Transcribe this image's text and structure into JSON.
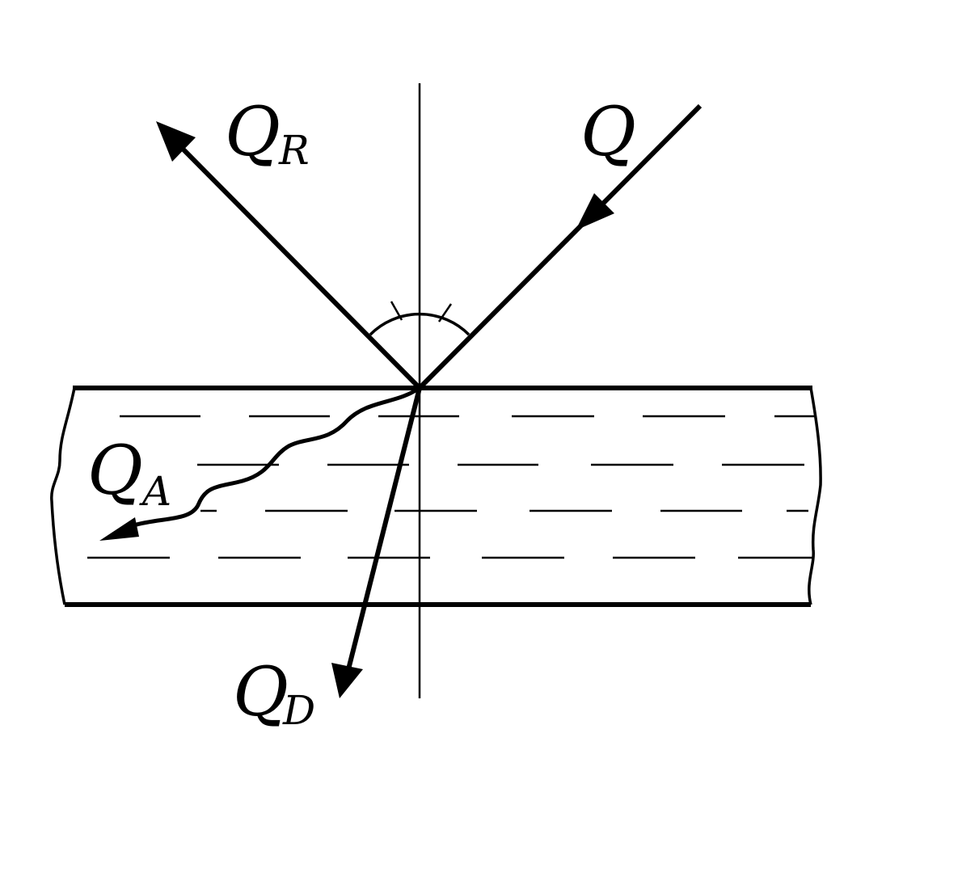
{
  "labels": {
    "incident": {
      "main": "Q",
      "sub": ""
    },
    "reflected": {
      "main": "Q",
      "sub": "R"
    },
    "absorbed": {
      "main": "Q",
      "sub": "A"
    },
    "transmitted": {
      "main": "Q",
      "sub": "D"
    }
  },
  "colors": {
    "ink": "#000000",
    "background": "#ffffff"
  }
}
